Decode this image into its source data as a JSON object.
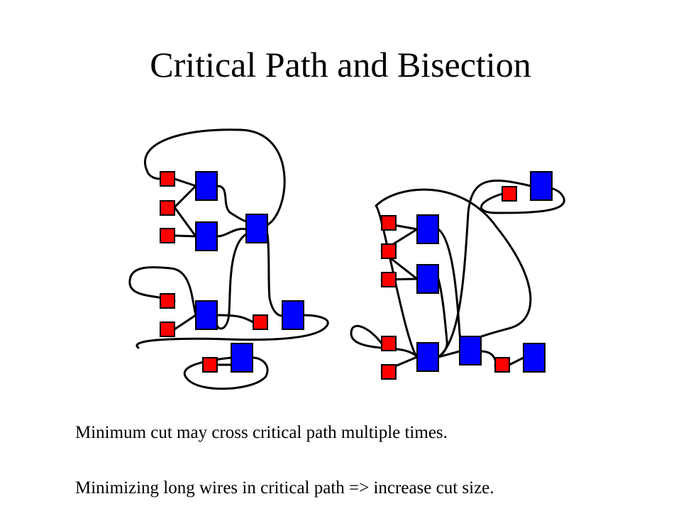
{
  "slide": {
    "title": "Critical Path and Bisection",
    "captions": [
      "Minimum cut may cross critical path multiple times.",
      "Minimizing long wires in critical path => increase cut size."
    ]
  },
  "colors": {
    "input_node": "#ff0000",
    "logic_node": "#0000ff",
    "wire": "#000000"
  }
}
